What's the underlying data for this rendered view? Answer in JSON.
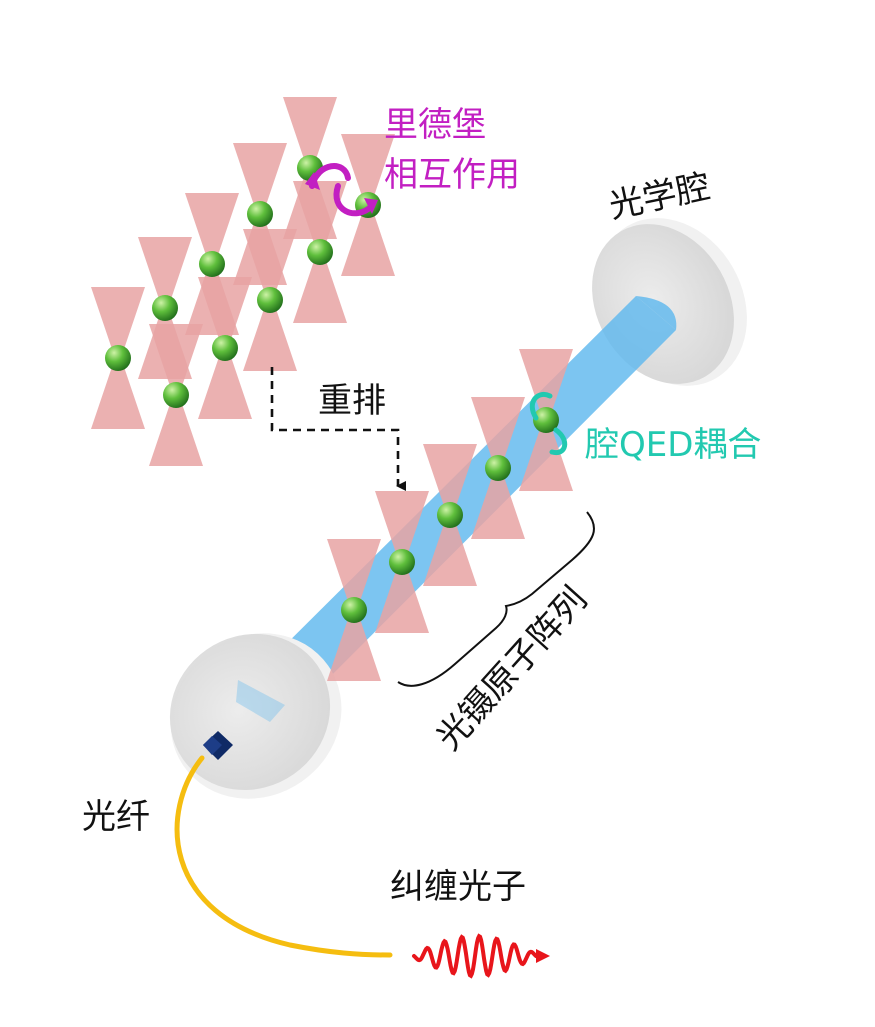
{
  "labels": {
    "rydberg_line1": "里德堡",
    "rydberg_line2": "相互作用",
    "cavity": "光学腔",
    "rearrange": "重排",
    "cavity_qed": "腔QED耦合",
    "tweezer_array": "光镊原子阵列",
    "fiber": "光纤",
    "entangled_photon": "纠缠光子"
  },
  "colors": {
    "tweezer": "#e8a3a3",
    "atom": "#3f9d2e",
    "cavity_beam": "#5fb8ee",
    "mirror": "#dedede",
    "fiber": "#f5bd10",
    "photon": "#e8151b",
    "rydberg_arrow": "#c21fc2",
    "qed_arrow": "#22c9b0",
    "connector": "#0f2a66"
  }
}
